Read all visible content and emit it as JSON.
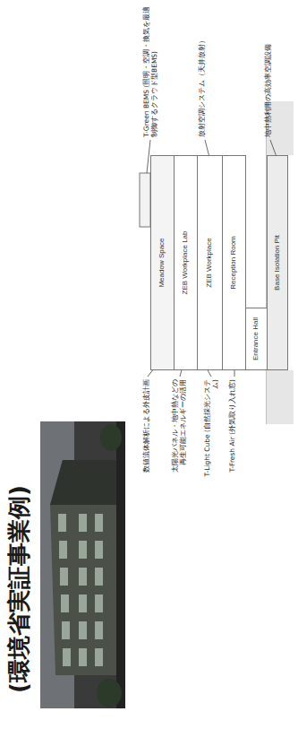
{
  "diagram": {
    "title": "(環境省実証事業例)",
    "nodes": [
      {
        "text": [
          "Meadow Space"
        ]
      },
      {
        "text": [
          "ZEB Workplace Lab"
        ]
      },
      {
        "text": [
          "ZEB Workplace"
        ]
      },
      {
        "text": [
          "Reception Room"
        ]
      },
      {
        "text": [
          "Entrance Hall"
        ]
      },
      {
        "text": [
          "Base Isolation Pit"
        ]
      }
    ],
    "labels": [
      "数値流体解析による外皮計画",
      "太陽光パネル・地中熱などの再生可能エネルギーの活用",
      "T-Light Cube (自然採光システム)",
      "T-Fresh Air (外気取り入れ窓)",
      "T-Green BEMS (照明・空調・換気を最適制御するクラウド型BEMS)",
      "放射空調システム（天井放射）",
      "地中熱利用の高効率空調設備"
    ]
  }
}
